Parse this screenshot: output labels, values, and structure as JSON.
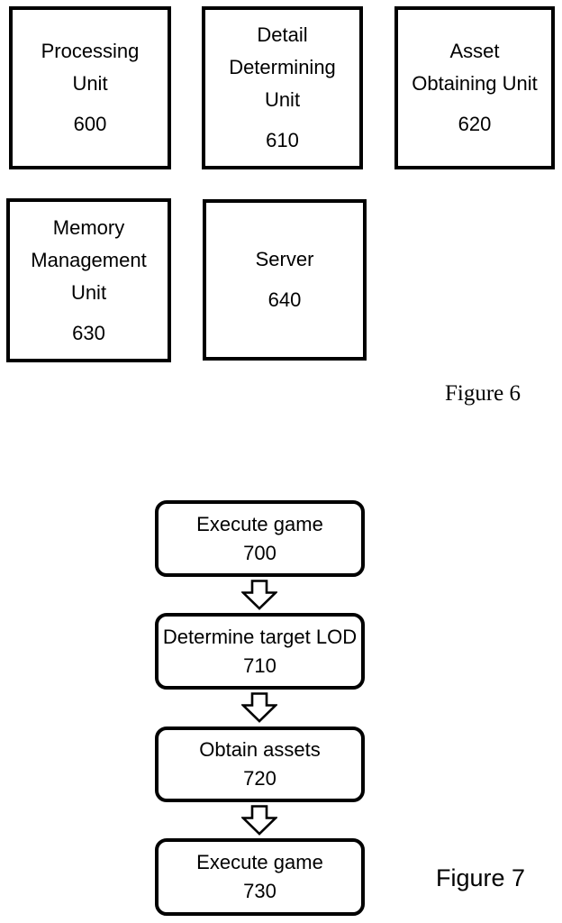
{
  "colors": {
    "ink": "#000000",
    "background": "#ffffff"
  },
  "icons": {
    "flow_connector": "down-block-arrow"
  },
  "figure6": {
    "label": "Figure 6",
    "boxes": [
      {
        "lines": [
          "Processing",
          "Unit"
        ],
        "ref": "600"
      },
      {
        "lines": [
          "Detail",
          "Determining",
          "Unit"
        ],
        "ref": "610"
      },
      {
        "lines": [
          "Asset",
          "Obtaining Unit"
        ],
        "ref": "620"
      },
      {
        "lines": [
          "Memory",
          "Management",
          "Unit"
        ],
        "ref": "630"
      },
      {
        "lines": [
          "Server"
        ],
        "ref": "640"
      }
    ]
  },
  "figure7": {
    "label": "Figure 7",
    "steps": [
      {
        "text": "Execute game",
        "ref": "700"
      },
      {
        "text": "Determine target LOD",
        "ref": "710"
      },
      {
        "text": "Obtain assets",
        "ref": "720"
      },
      {
        "text": "Execute game",
        "ref": "730"
      }
    ]
  }
}
